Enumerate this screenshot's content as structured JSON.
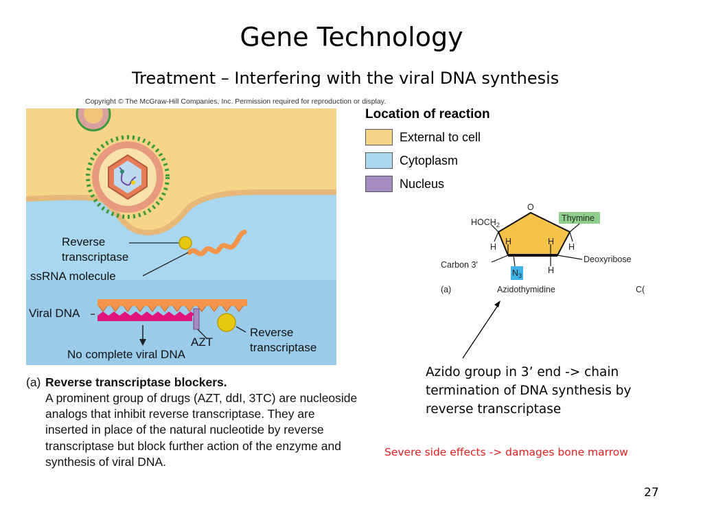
{
  "slide": {
    "title": "Gene Technology",
    "subtitle": "Treatment – Interfering with the viral DNA synthesis",
    "page_number": "27"
  },
  "figure": {
    "copyright": "Copyright © The McGraw-Hill Companies, Inc. Permission required for reproduction or display.",
    "labels": {
      "reverse_transcriptase_top_1": "Reverse",
      "reverse_transcriptase_top_2": "transcriptase",
      "ssrna": "ssRNA molecule",
      "viral_dna": "Viral DNA",
      "azt": "AZT",
      "reverse_transcriptase_bottom_1": "Reverse",
      "reverse_transcriptase_bottom_2": "transcriptase",
      "no_complete": "No complete viral DNA"
    },
    "colors": {
      "external": "#f6d48a",
      "cytoplasm": "#a9d7ef",
      "nucleus": "#a58bc0",
      "virus_spikes": "#3a9a3a",
      "viral_dna": "#e0147a",
      "ssrna": "#f2944a",
      "enzyme": "#e7c80f"
    }
  },
  "legend": {
    "title": "Location of reaction",
    "items": [
      {
        "label": "External to cell",
        "color": "#f6d48a"
      },
      {
        "label": "Cytoplasm",
        "color": "#a9d7ef"
      },
      {
        "label": "Nucleus",
        "color": "#a58bc0"
      }
    ]
  },
  "molecule": {
    "o": "O",
    "hoch2": "HOCH",
    "hoch2_sub": "2",
    "thymine": "Thymine",
    "h": "H",
    "carbon3": "Carbon 3′",
    "deoxyribose": "Deoxyribose",
    "n3": "N",
    "n3_sub": "3",
    "panel": "(a)",
    "name": "Azidothymidine",
    "cut": "C("
  },
  "caption": {
    "panel": "(a)",
    "heading": "Reverse transcriptase blockers.",
    "body": "A prominent group of drugs (AZT, ddI, 3TC) are nucleoside analogs that inhibit reverse transcriptase. They are inserted in place of the natural nucleotide by reverse transcriptase but block further action of the enzyme and synthesis of viral DNA."
  },
  "notes": {
    "azido": "Azido group in 3’ end -> chain termination of DNA synthesis by reverse transcriptase",
    "side_effects": "Severe side effects -> damages bone marrow"
  }
}
